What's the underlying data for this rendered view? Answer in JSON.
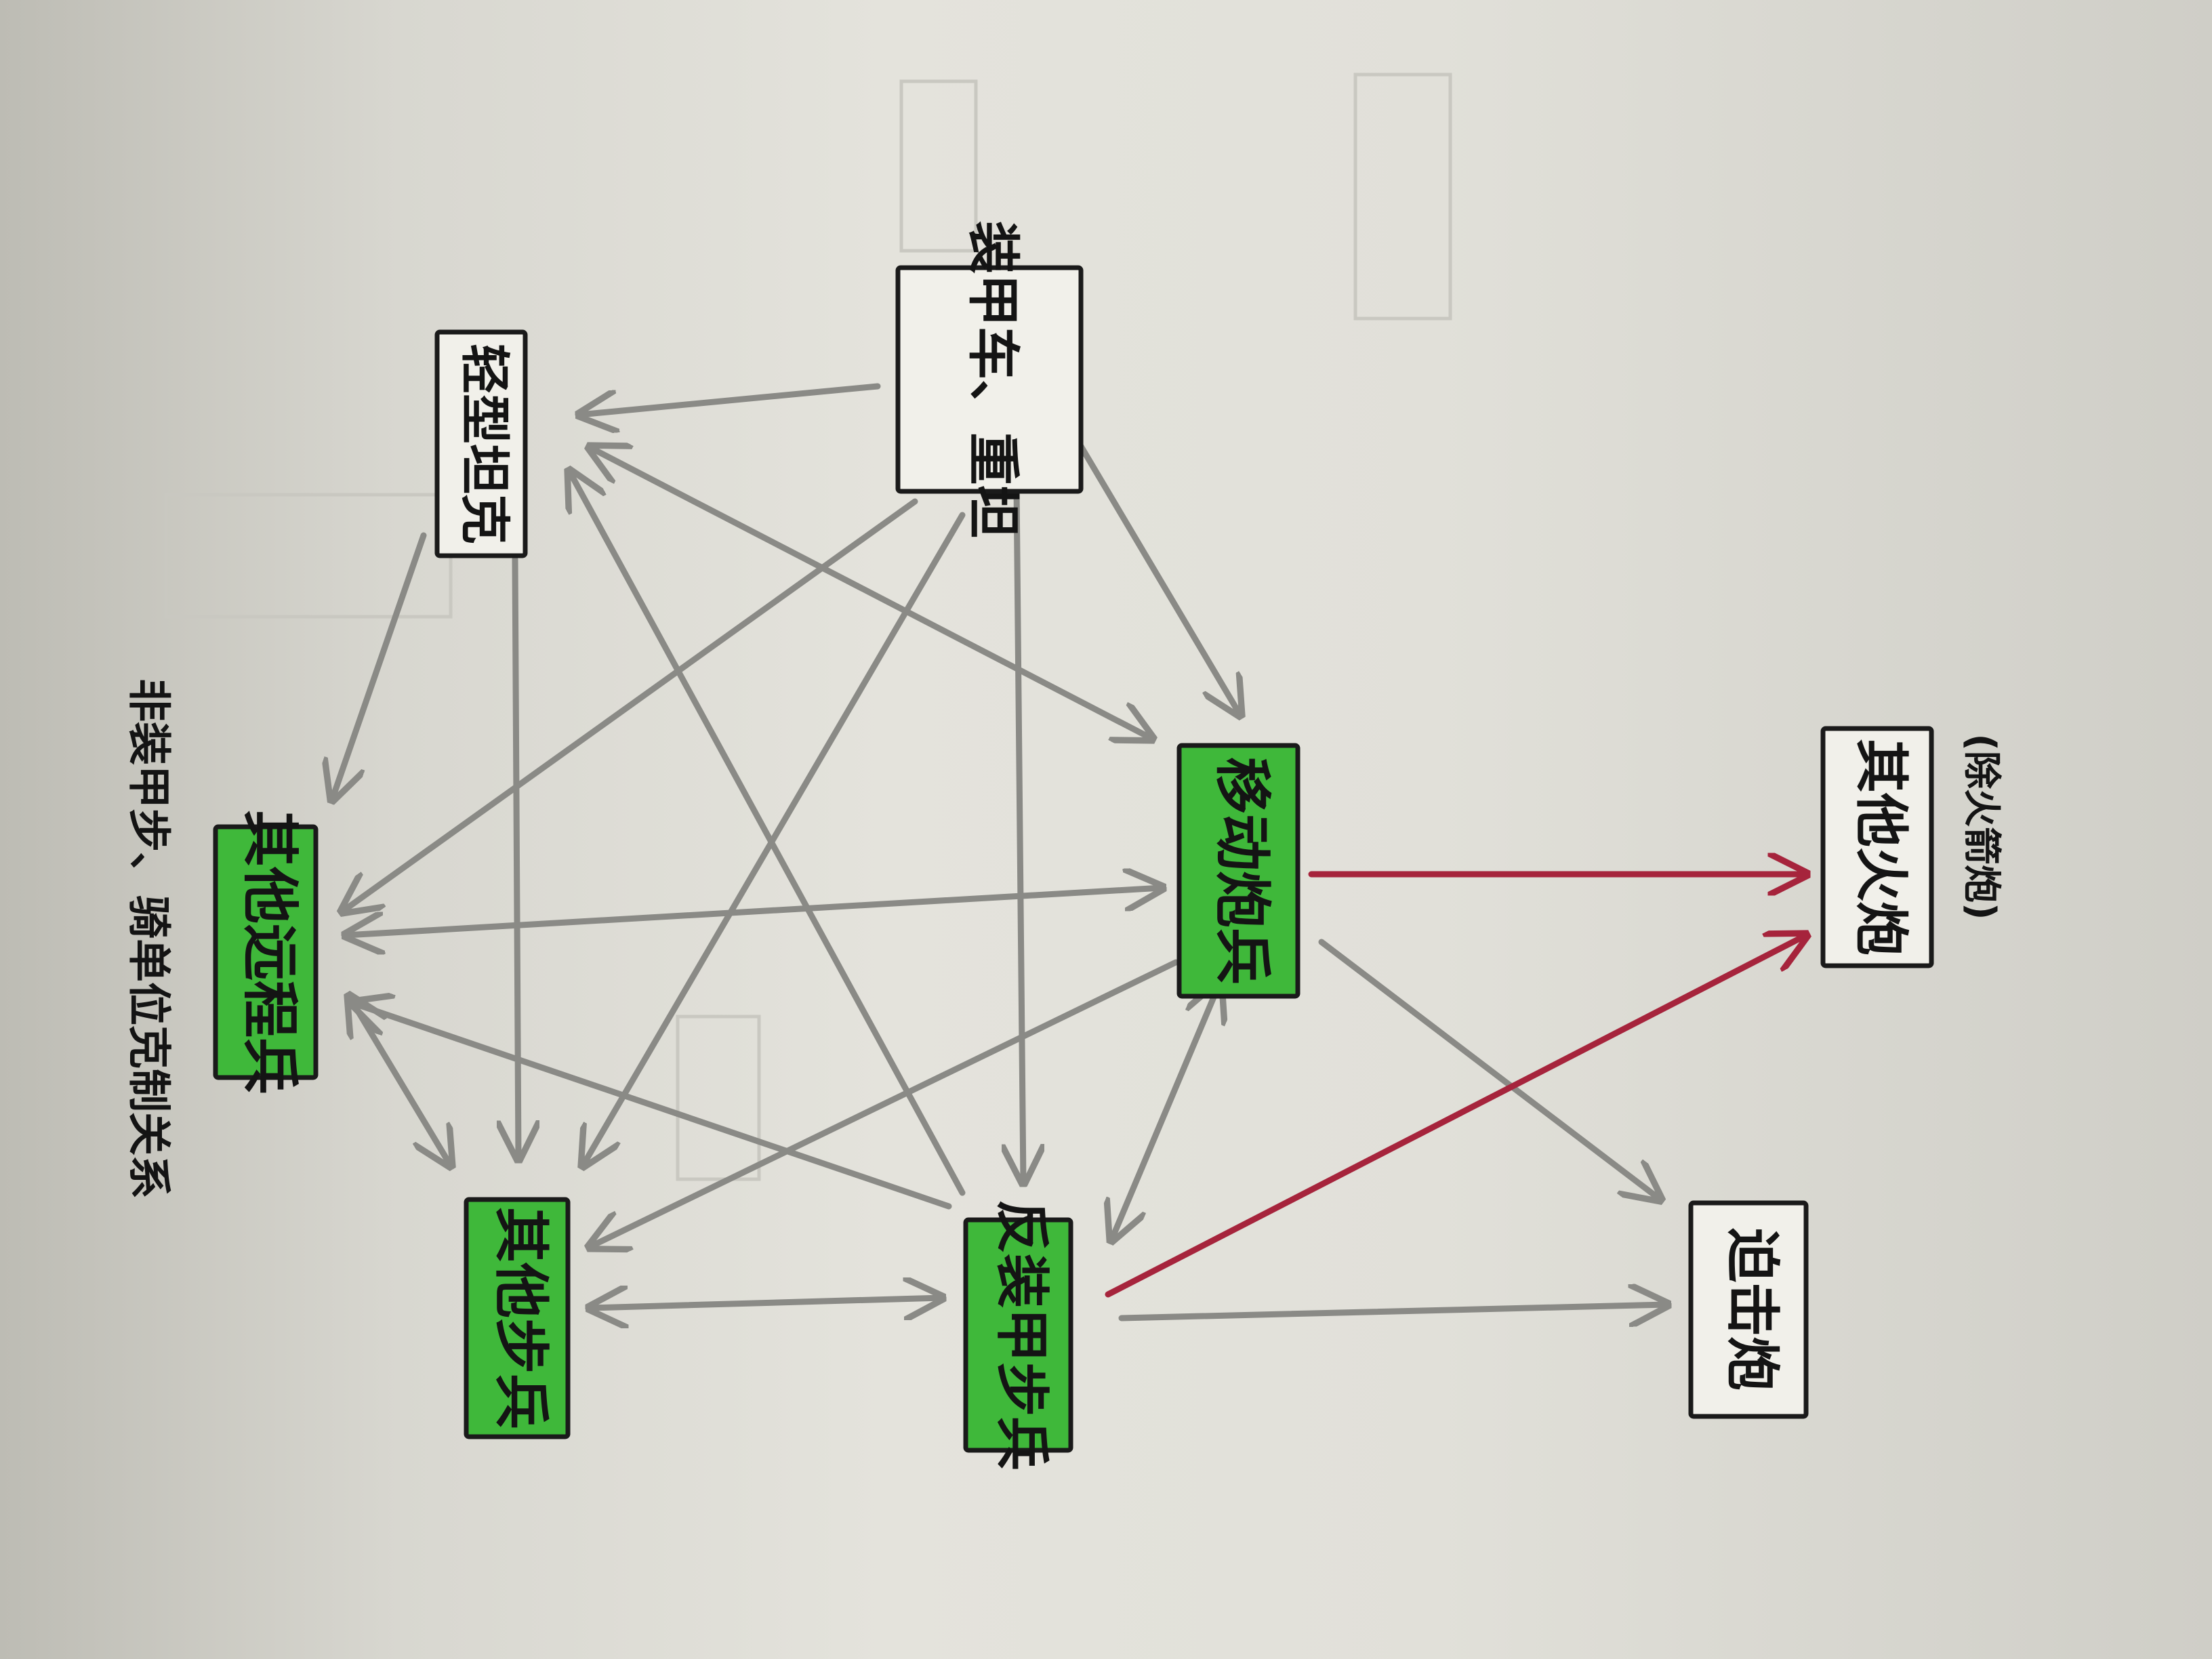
{
  "title": "非装甲步、骑单位克制关系",
  "nodes": {
    "armored": "装甲车、重坦",
    "light_tank": "轻型坦克",
    "other_ranged": "其他远程兵",
    "other_infantry": "其他步兵",
    "anti_armor_infantry": "反装甲步兵",
    "mobile_gun": "移动炮兵",
    "other_artillery": "其他火炮",
    "mortar": "迫击炮"
  },
  "notes": {
    "other_artillery_note": "(除火箭炮)"
  },
  "colors": {
    "highlight_fill": "#3fb83a",
    "gray_arrow": "#8a8a86",
    "red_arrow": "#a6243c"
  }
}
